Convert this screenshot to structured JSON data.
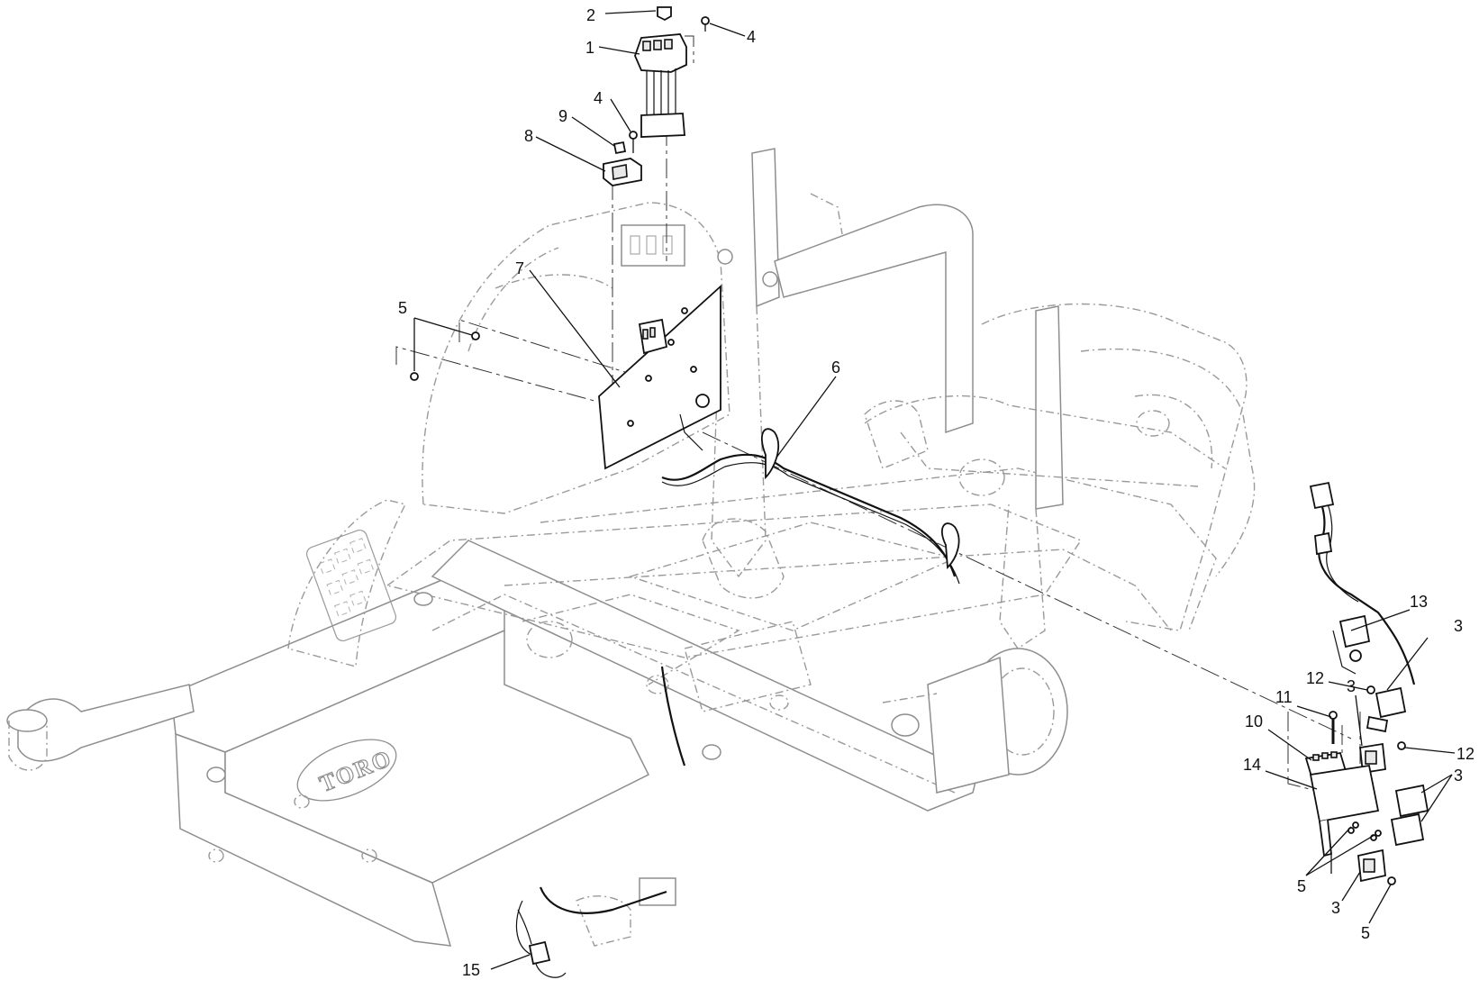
{
  "diagram": {
    "type": "exploded parts diagram",
    "logo_text": "TORO",
    "callouts": [
      {
        "id": "c2",
        "label": "2"
      },
      {
        "id": "c1",
        "label": "1"
      },
      {
        "id": "c4a",
        "label": "4"
      },
      {
        "id": "c4b",
        "label": "4"
      },
      {
        "id": "c9",
        "label": "9"
      },
      {
        "id": "c8",
        "label": "8"
      },
      {
        "id": "c7",
        "label": "7"
      },
      {
        "id": "c5a",
        "label": "5"
      },
      {
        "id": "c6",
        "label": "6"
      },
      {
        "id": "c13",
        "label": "13"
      },
      {
        "id": "c3a",
        "label": "3"
      },
      {
        "id": "c12a",
        "label": "12"
      },
      {
        "id": "c11",
        "label": "11"
      },
      {
        "id": "c10",
        "label": "10"
      },
      {
        "id": "c3b",
        "label": "3"
      },
      {
        "id": "c12b",
        "label": "12"
      },
      {
        "id": "c14",
        "label": "14"
      },
      {
        "id": "c3c",
        "label": "3"
      },
      {
        "id": "c5b",
        "label": "5"
      },
      {
        "id": "c3d",
        "label": "3"
      },
      {
        "id": "c5c",
        "label": "5"
      },
      {
        "id": "c15",
        "label": "15"
      }
    ]
  }
}
